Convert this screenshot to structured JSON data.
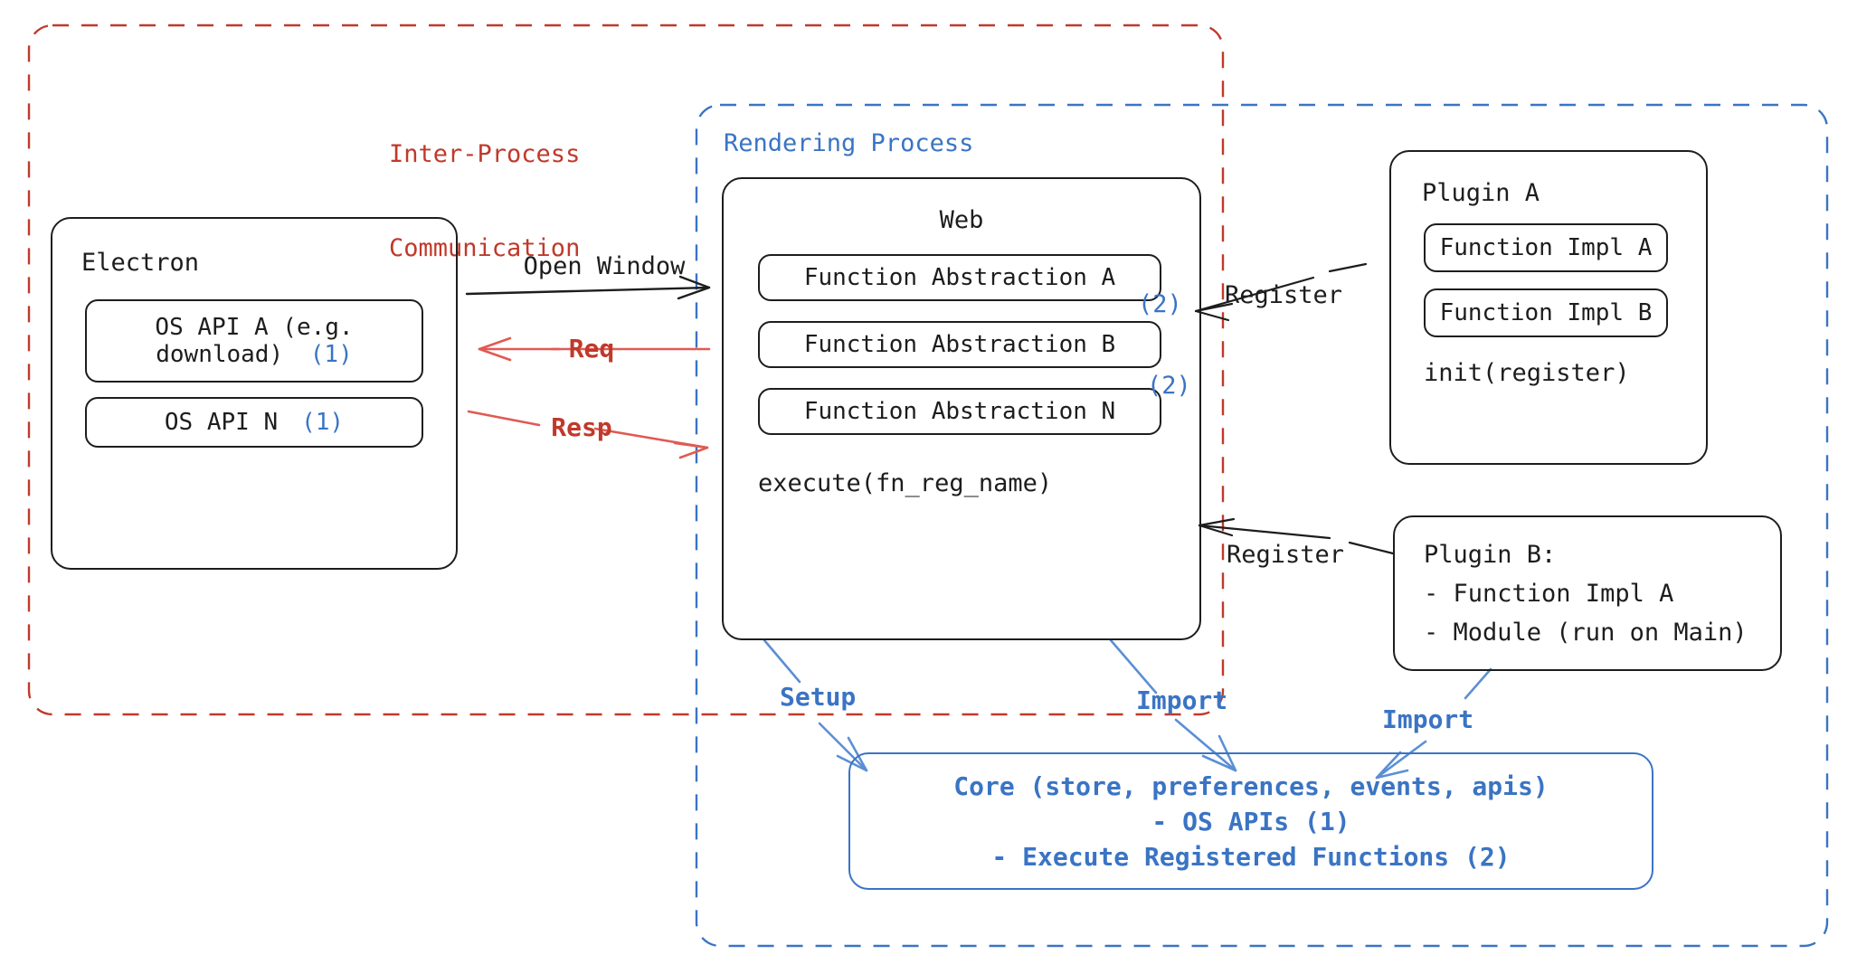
{
  "diagram": {
    "title_text": "Inter-Process Communication",
    "colors": {
      "red": "#c0392b",
      "blue": "#3a74c4",
      "ink": "#1d1d1d"
    },
    "containers": {
      "ipc": {
        "label_line1": "Inter-Process",
        "label_line2": "Communication"
      },
      "rendering": {
        "label": "Rendering Process"
      }
    },
    "electron": {
      "title": "Electron",
      "apis": [
        {
          "label_line1": "OS API A (e.g.",
          "label_line2": "download)",
          "marker": "(1)"
        },
        {
          "label_line1": "OS API N",
          "label_line2": "",
          "marker": "(1)"
        }
      ]
    },
    "web": {
      "title": "Web",
      "abstractions": [
        {
          "label": "Function Abstraction A",
          "marker": "(2)"
        },
        {
          "label": "Function Abstraction B",
          "marker": "(2)"
        },
        {
          "label": "Function Abstraction N",
          "marker": ""
        }
      ],
      "execute": "execute(fn_reg_name)"
    },
    "plugin_a": {
      "title": "Plugin A",
      "impls": [
        {
          "label": "Function Impl A"
        },
        {
          "label": "Function Impl B"
        }
      ],
      "init": "init(register)"
    },
    "plugin_b": {
      "line1": "Plugin B:",
      "line2": "- Function Impl A",
      "line3": "- Module (run on Main)"
    },
    "core": {
      "line1": "Core (store, preferences, events, apis)",
      "line2": "- OS APIs (1)",
      "line3": "- Execute Registered Functions (2)"
    },
    "arrows": {
      "open_window": "Open Window",
      "req": "Req",
      "resp": "Resp",
      "register_top": "Register",
      "register_bottom": "Register",
      "setup": "Setup",
      "import_web": "Import",
      "import_plugin_b": "Import"
    }
  }
}
